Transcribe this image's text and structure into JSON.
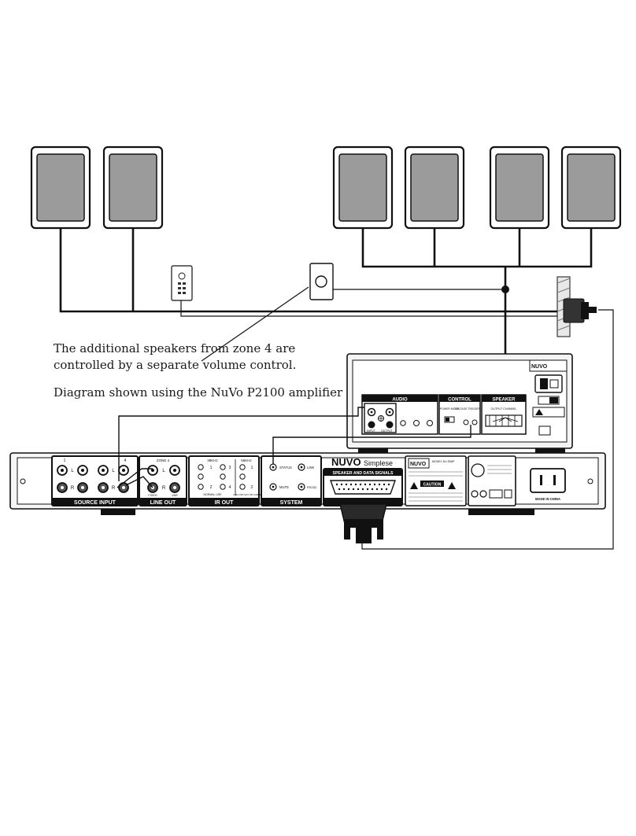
{
  "captions": {
    "zone4_line1": "The additional speakers from zone 4 are",
    "zone4_line2": "controlled by a separate volume control.",
    "amp_note": "Diagram shown using the NuVo P2100 amplifier"
  },
  "amplifier": {
    "brand": "NUVO",
    "sections": {
      "audio": "AUDIO",
      "control": "CONTROL",
      "speaker": "SPEAKER"
    },
    "labels": {
      "input": "INPUT",
      "output": "OUTPUT",
      "power_mode": "POWER MODE",
      "voltage_trigger": "VOLTAGE TRIGGER",
      "output_channel": "OUTPUT CHANNEL"
    }
  },
  "hub": {
    "brand": "NUVO",
    "product": "Simplese",
    "sections": {
      "source_input": "SOURCE INPUT",
      "line_out": "LINE OUT",
      "ir_out": "IR OUT",
      "system": "SYSTEM",
      "speaker_data": "SPEAKER AND DATA SIGNALS"
    },
    "labels": {
      "zone4": "ZONE 4",
      "khz38": "38KHz",
      "khz56": "56KHz",
      "status": "STATUS",
      "link": "LINK",
      "mute": "MUTE",
      "rs232": "RS232",
      "model": "MODEL NV-SIMP",
      "caution": "CAUTION",
      "made_in": "MADE IN CHINA",
      "normal_use": "NORMAL USE",
      "sat_cable": "USE FOR SAT OR CABLE",
      "fixed": "FIXED",
      "var": "VAR",
      "ch_l": "L",
      "ch_r": "R",
      "src1": "1",
      "src4": "4",
      "ir1": "1",
      "ir2": "2",
      "ir3": "3",
      "ir4": "4"
    }
  }
}
